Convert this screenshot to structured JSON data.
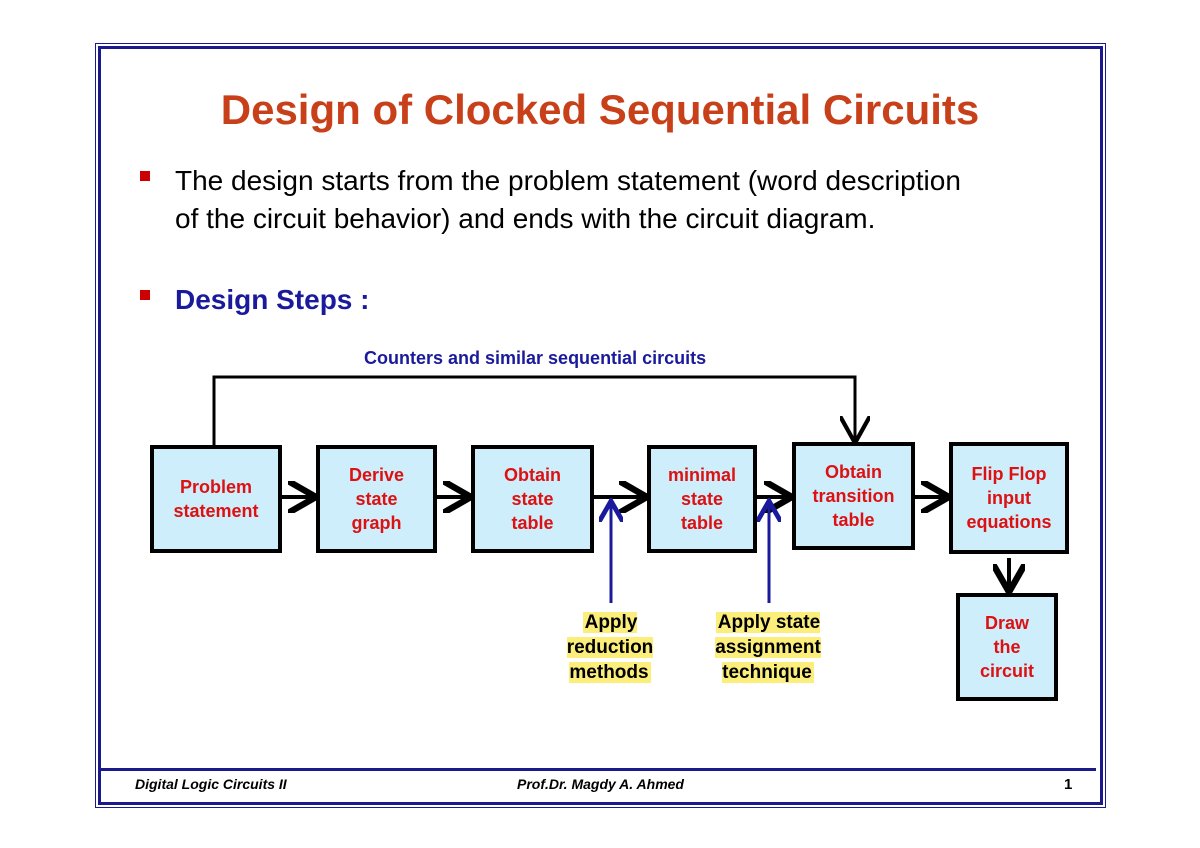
{
  "slide": {
    "title": "Design of Clocked Sequential Circuits",
    "bullets": [
      {
        "line1": "The design starts from the problem statement (word description",
        "line2": "of the circuit behavior) and ends with the circuit diagram."
      },
      {
        "text": "Design Steps :"
      }
    ]
  },
  "diagram": {
    "feedback_label": "Counters and similar sequential circuits",
    "steps": [
      {
        "label": "Problem\nstatement"
      },
      {
        "label": "Derive\nstate\ngraph"
      },
      {
        "label": "Obtain\nstate\ntable"
      },
      {
        "label": "minimal\nstate\ntable"
      },
      {
        "label": "Obtain\ntransition\ntable"
      },
      {
        "label": "Flip Flop\ninput\nequations"
      },
      {
        "label": "Draw\nthe\ncircuit"
      }
    ],
    "notes": [
      {
        "label": "Apply\nreduction\nmethods"
      },
      {
        "label": "Apply state\nassignment\ntechnique"
      }
    ]
  },
  "footer": {
    "left": "Digital Logic Circuits  II",
    "center": "Prof.Dr. Magdy A. Ahmed",
    "page": "1"
  },
  "colors": {
    "title": "#c8401a",
    "accent_blue": "#1a1a9c",
    "box_fill": "#cfeefc",
    "box_text": "#dd1111",
    "note_highlight": "#fbee7a"
  }
}
